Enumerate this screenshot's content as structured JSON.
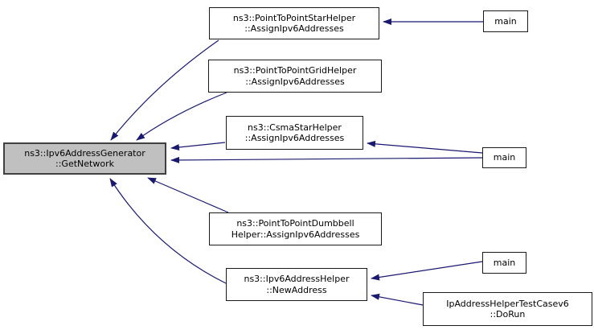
{
  "diagram": {
    "type": "call-graph",
    "colors": {
      "edge": "#191970",
      "node_border": "#1a1a1a",
      "node_fill": "#ffffff",
      "highlight_fill": "#c0c0c0",
      "highlight_border": "#404040",
      "text": "#000000"
    },
    "nodes": {
      "getnetwork": {
        "line1": "ns3::Ipv6AddressGenerator",
        "line2": "::GetNetwork",
        "highlighted": true
      },
      "p2pstar": {
        "line1": "ns3::PointToPointStarHelper",
        "line2": "::AssignIpv6Addresses"
      },
      "p2pgrid": {
        "line1": "ns3::PointToPointGridHelper",
        "line2": "::AssignIpv6Addresses"
      },
      "csmastar": {
        "line1": "ns3::CsmaStarHelper",
        "line2": "::AssignIpv6Addresses"
      },
      "dumbbell": {
        "line1": "ns3::PointToPointDumbbell",
        "line2": "Helper::AssignIpv6Addresses"
      },
      "newaddress": {
        "line1": "ns3::Ipv6AddressHelper",
        "line2": "::NewAddress"
      },
      "main_top": {
        "line1": "main"
      },
      "main_middle": {
        "line1": "main"
      },
      "main_bottom": {
        "line1": "main"
      },
      "dorun": {
        "line1": "IpAddressHelperTestCasev6",
        "line2": "::DoRun"
      }
    },
    "edges": [
      {
        "from": "p2pstar",
        "to": "getnetwork"
      },
      {
        "from": "p2pgrid",
        "to": "getnetwork"
      },
      {
        "from": "csmastar",
        "to": "getnetwork"
      },
      {
        "from": "main_middle",
        "to": "getnetwork"
      },
      {
        "from": "dumbbell",
        "to": "getnetwork"
      },
      {
        "from": "newaddress",
        "to": "getnetwork"
      },
      {
        "from": "main_top",
        "to": "p2pstar"
      },
      {
        "from": "main_middle",
        "to": "csmastar"
      },
      {
        "from": "main_bottom",
        "to": "newaddress"
      },
      {
        "from": "dorun",
        "to": "newaddress"
      }
    ]
  }
}
